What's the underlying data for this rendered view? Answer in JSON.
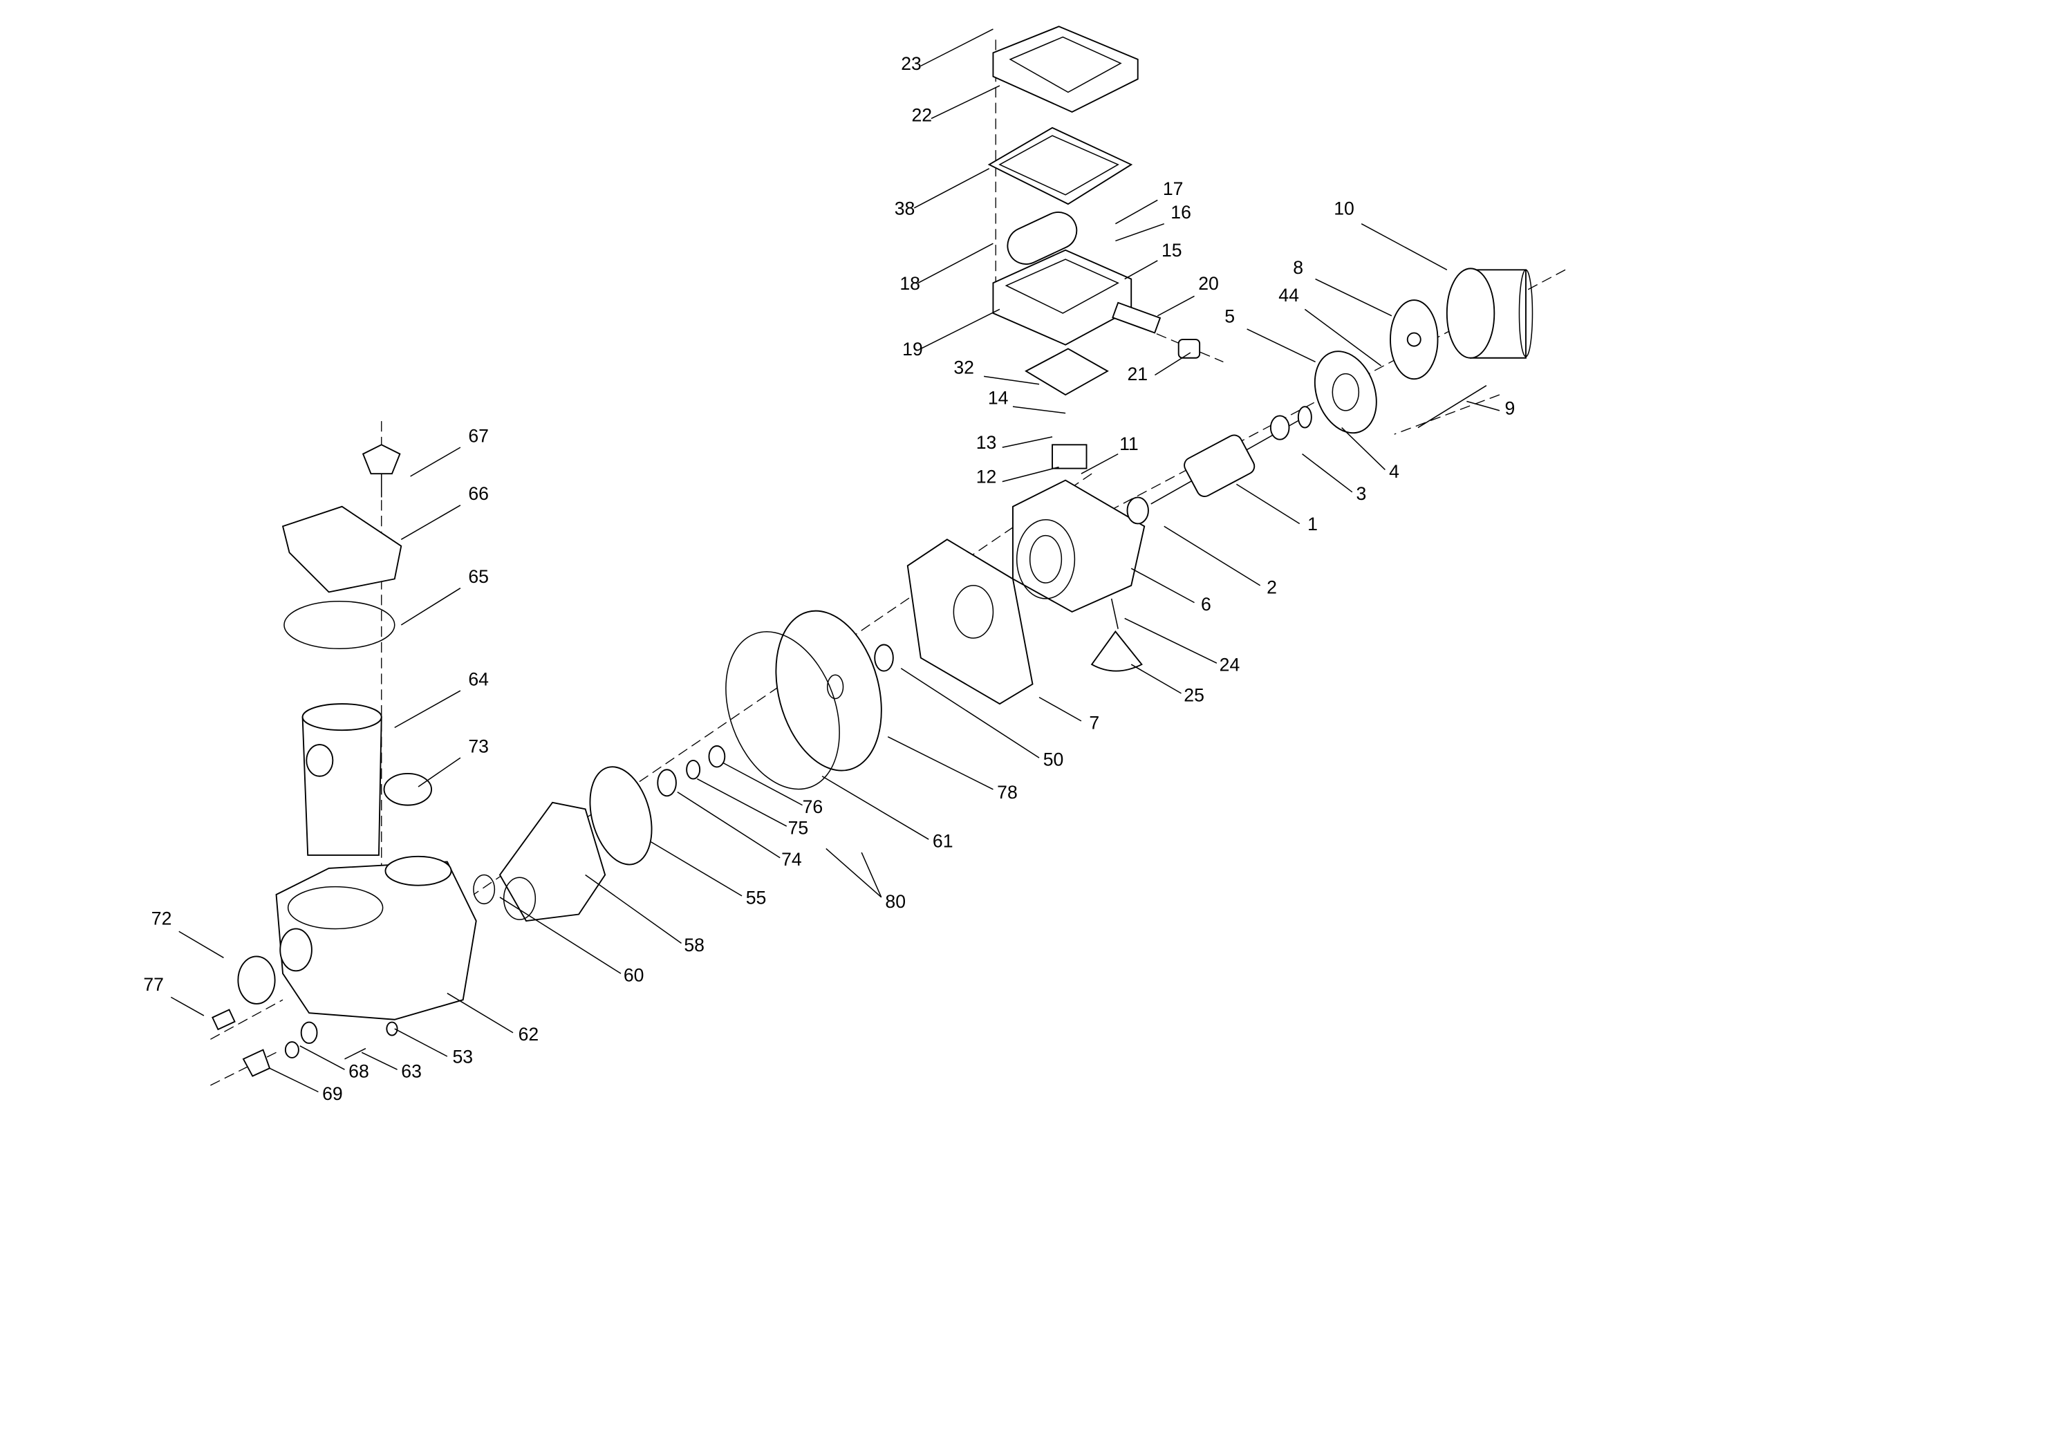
{
  "diagram": {
    "title": "Pump exploded parts view",
    "labels": [
      "23",
      "22",
      "38",
      "17",
      "16",
      "15",
      "18",
      "20",
      "19",
      "32",
      "21",
      "14",
      "13",
      "12",
      "11",
      "10",
      "8",
      "44",
      "5",
      "9",
      "4",
      "3",
      "1",
      "2",
      "6",
      "24",
      "25",
      "7",
      "50",
      "78",
      "61",
      "76",
      "75",
      "74",
      "80",
      "55",
      "58",
      "60",
      "67",
      "66",
      "65",
      "64",
      "73",
      "72",
      "77",
      "62",
      "53",
      "63",
      "68",
      "69"
    ]
  }
}
